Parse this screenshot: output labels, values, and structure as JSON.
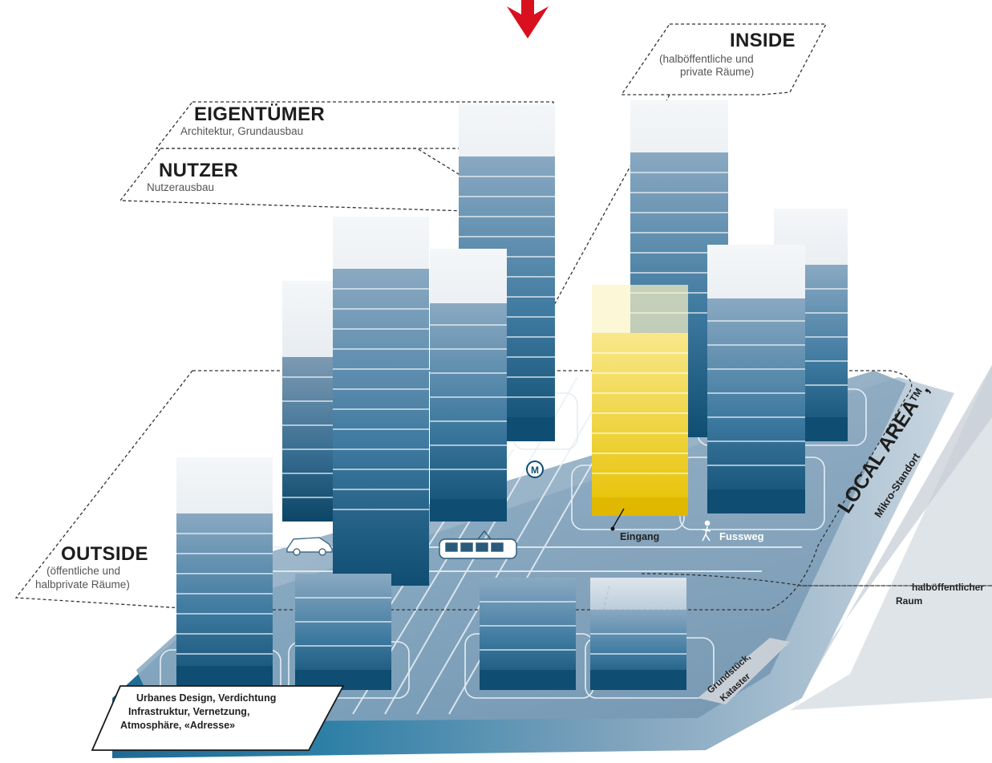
{
  "labels": {
    "inside": {
      "title": "INSIDE",
      "sub1": "(halböffentliche und",
      "sub2": "private Räume)"
    },
    "eigentuemer": {
      "title": "EIGENTÜMER",
      "sub": "Architektur, Grundausbau"
    },
    "nutzer": {
      "title": "NUTZER",
      "sub": "Nutzerausbau"
    },
    "outside": {
      "title": "OUTSIDE",
      "sub1": "(öffentliche und",
      "sub2": "halbprivate Räume)"
    },
    "eingang": "Eingang",
    "fussweg": "Fussweg",
    "metro": "M",
    "halboeffentlich": {
      "line1": "halböffentlicher",
      "line2": "Raum"
    },
    "local_area": {
      "title": "LOCAL AREA",
      "tm": "TM",
      "comma": ",",
      "sub": "Mikro-Standort"
    },
    "grundstueck": {
      "line1": "Grundstück,",
      "line2": "Kataster"
    },
    "urbanes": {
      "line1": "Urbanes Design, Verdichtung",
      "line2": "Infrastruktur, Vernetzung,",
      "line3": "Atmosphäre, «Adresse»"
    }
  },
  "icons": [
    "down-arrow-icon",
    "metro-icon",
    "car-icon",
    "tram-icon",
    "pedestrian-icon"
  ],
  "colors": {
    "accent_red": "#d9101e",
    "building_blue": "#2a6a92",
    "building_dark": "#0f4d72",
    "highlight_yellow": "#f0cf2a",
    "ground": "#7fa2bd"
  }
}
